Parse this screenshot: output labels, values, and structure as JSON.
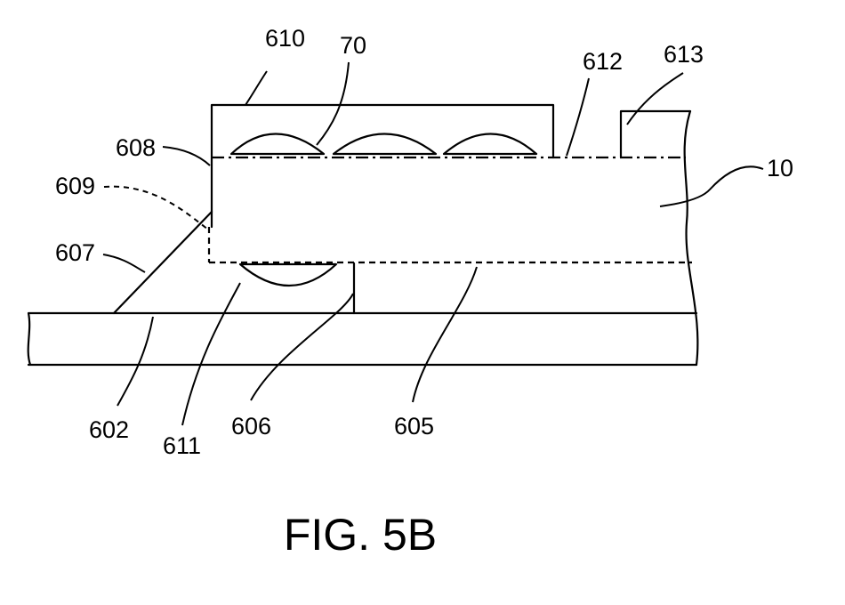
{
  "figure": {
    "caption": "FIG. 5B",
    "labels": {
      "l610": "610",
      "l70": "70",
      "l612": "612",
      "l613": "613",
      "l608": "608",
      "l609": "609",
      "l10": "10",
      "l607": "607",
      "l602": "602",
      "l611": "611",
      "l606": "606",
      "l605": "605"
    }
  }
}
